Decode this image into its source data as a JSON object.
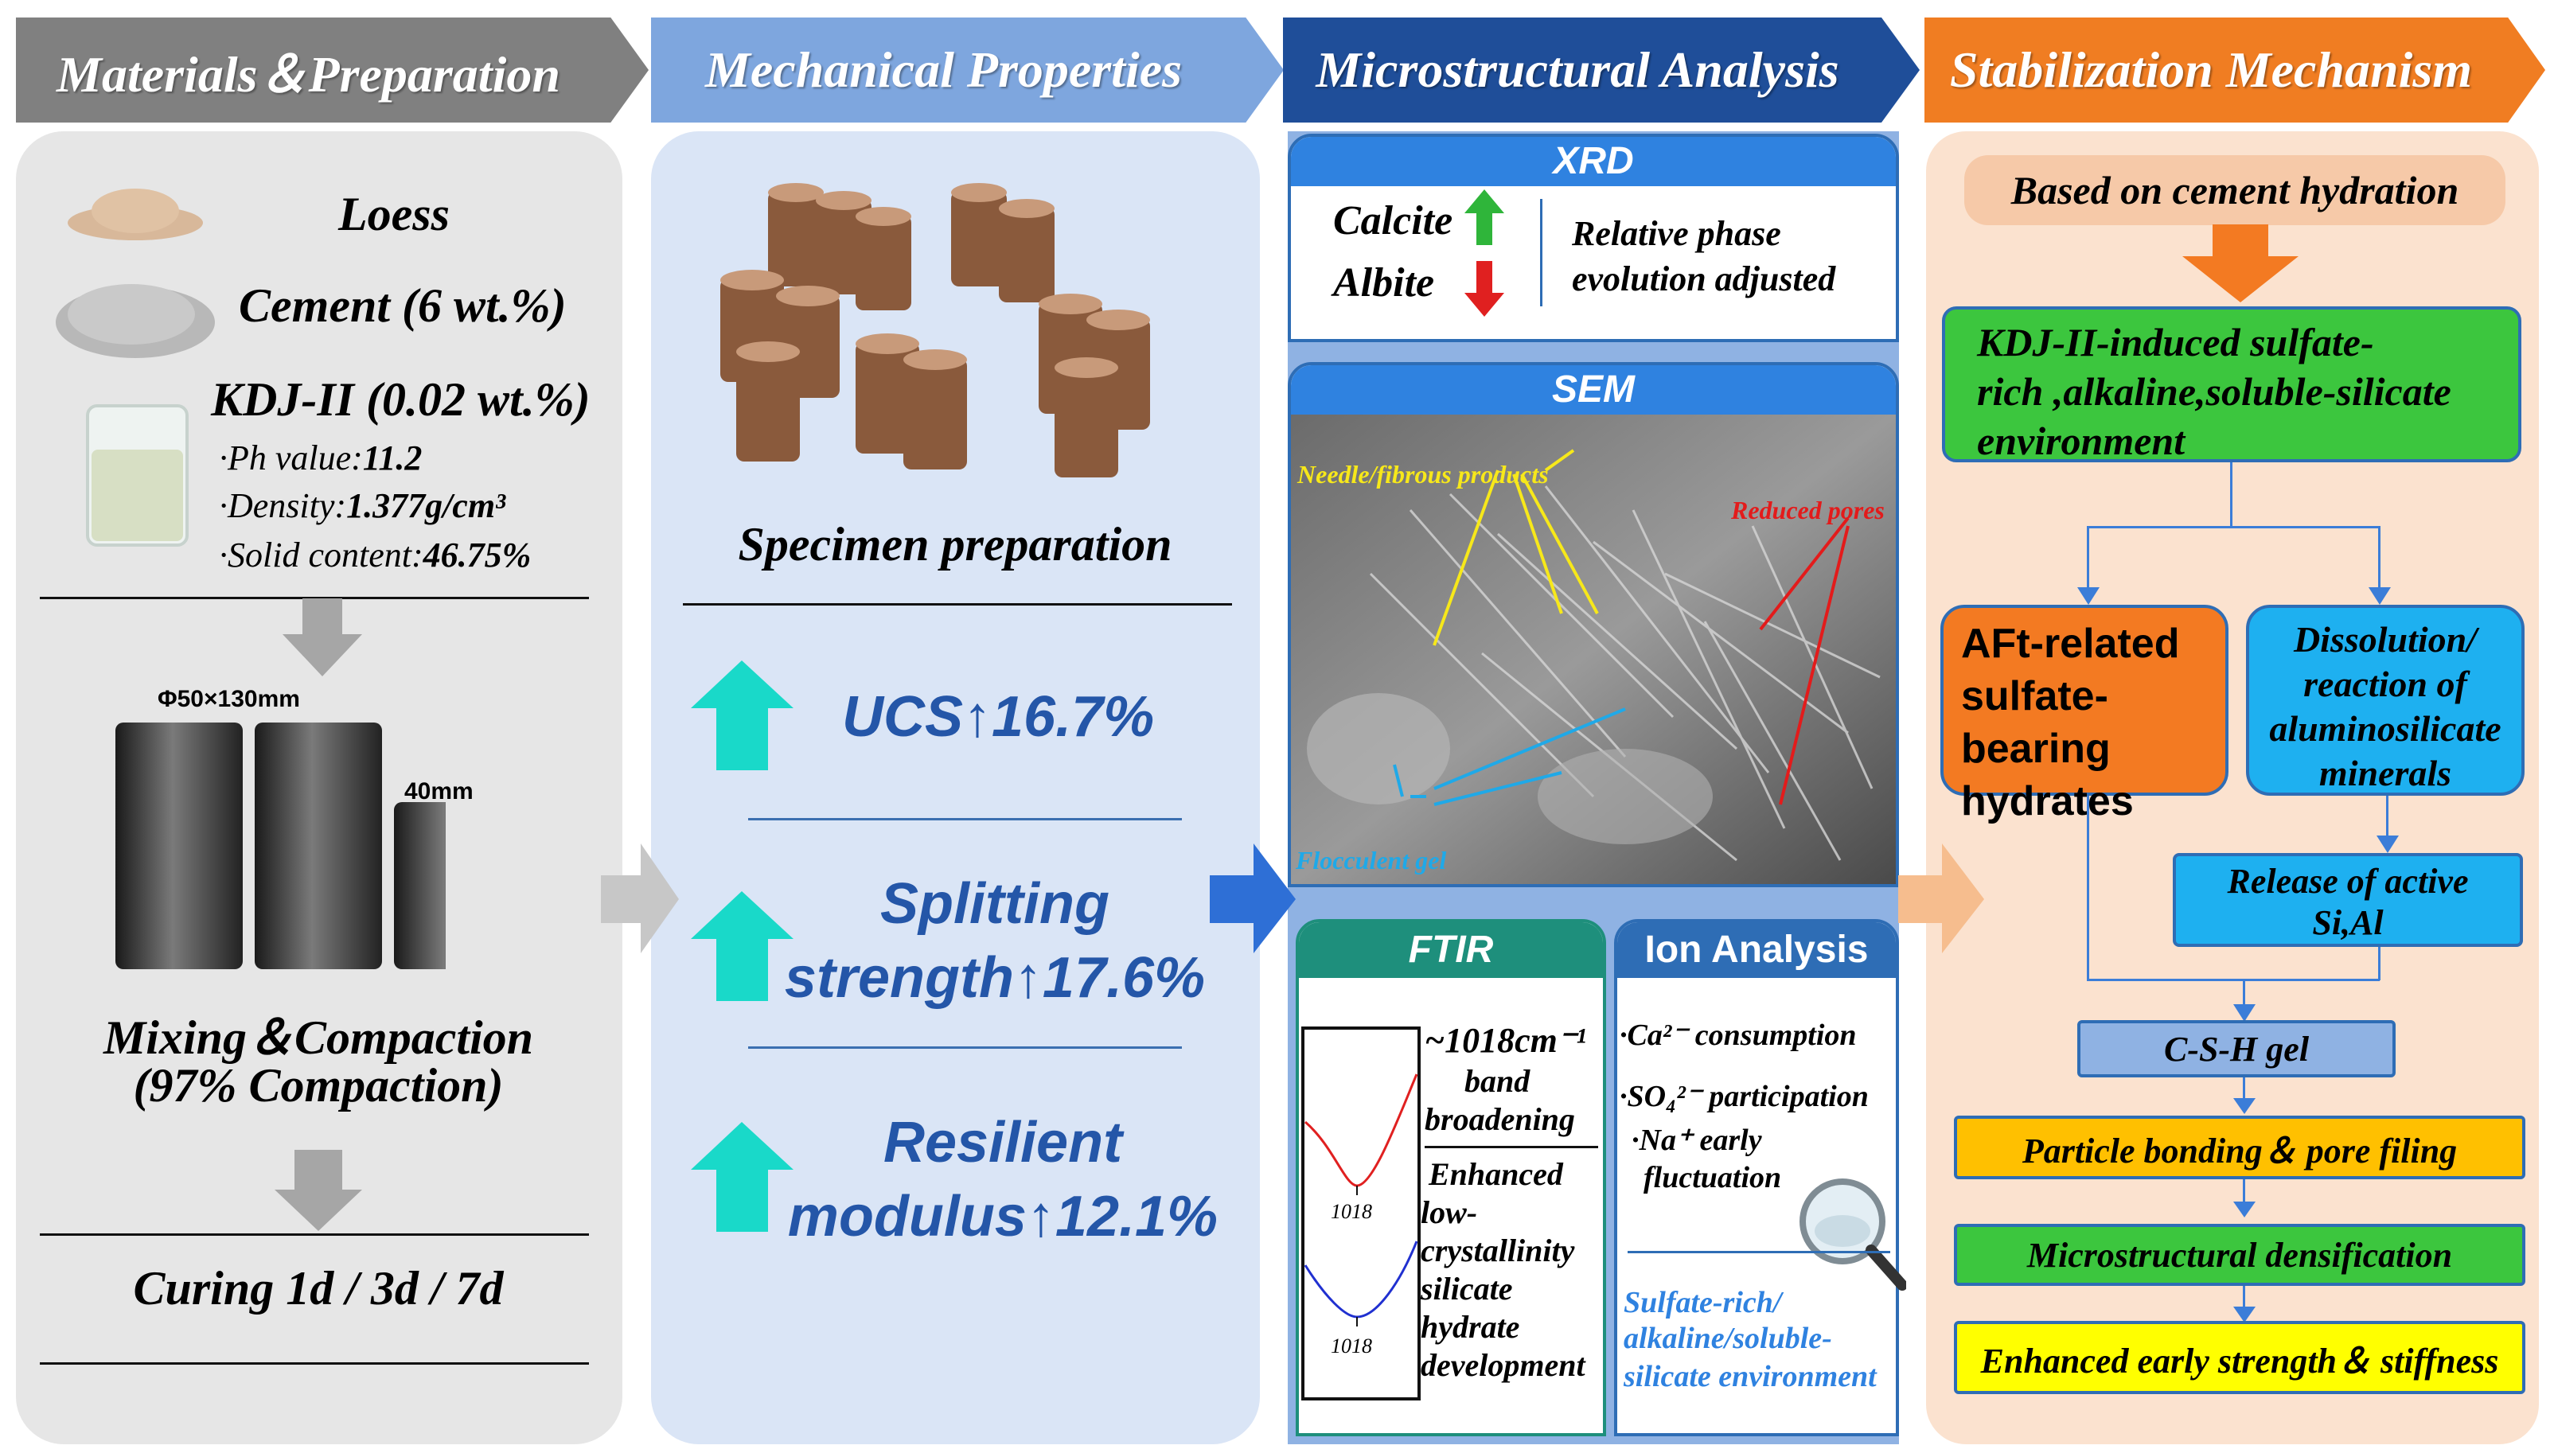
{
  "headers": {
    "materials": "Materials＆Preparation",
    "mechanical": "Mechanical Properties",
    "microstructural": "Microstructural Analysis",
    "stabilization": "Stabilization Mechanism"
  },
  "materials": {
    "loess": "Loess",
    "cement": "Cement (6 wt.%)",
    "kdj": "KDJ-II (0.02 wt.%)",
    "ph_label": "·Ph value:",
    "ph_value": "11.2",
    "density_label": "·Density:",
    "density_value": "1.377g/cm³",
    "solid_label": "·Solid content:",
    "solid_value": "46.75%",
    "mold_dim": "Φ50×130mm",
    "height_dim": "40mm",
    "mixing_line1": "Mixing＆Compaction",
    "mixing_line2": "(97% Compaction)",
    "curing": "Curing 1d / 3d / 7d"
  },
  "mechanical": {
    "specimen": "Specimen preparation",
    "ucs": "UCS↑16.7%",
    "splitting_line1": "Splitting",
    "splitting_line2": "strength↑17.6%",
    "resilient_line1": "Resilient",
    "resilient_line2": "modulus↑12.1%"
  },
  "micro": {
    "xrd_title": "XRD",
    "calcite": "Calcite",
    "albite": "Albite",
    "xrd_note_line1": "Relative phase",
    "xrd_note_line2": "evolution adjusted",
    "sem_title": "SEM",
    "needle": "Needle/fibrous products",
    "reduced": "Reduced pores",
    "flocculent": "Flocculent gel",
    "ftir_title": "FTIR",
    "ftir_band": "~1018cm⁻¹",
    "ftir_band2": "band",
    "ftir_band3": "broadening",
    "ftir_tick": "1018",
    "ftir_enh": [
      "Enhanced",
      "low-",
      "crystallinity",
      "silicate",
      "hydrate",
      "development"
    ],
    "ion_title": "Ion Analysis",
    "ion_ca": "·Ca²⁻ consumption",
    "ion_so4": "·SO₄²⁻ participation",
    "ion_na1": "·Na⁺ early",
    "ion_na2": "fluctuation",
    "ion_env": [
      "Sulfate-rich/",
      "alkaline/soluble-",
      "silicate environment"
    ]
  },
  "stab": {
    "based": "Based on cement hydration",
    "kdj_env": [
      "KDJ-II-induced sulfate-",
      "rich ,alkaline,soluble-silicate",
      "environment"
    ],
    "aft": [
      "AFt-related",
      "sulfate-bearing",
      "hydrates"
    ],
    "dissolution": [
      "Dissolution/",
      "reaction of",
      "aluminosilicate",
      "minerals"
    ],
    "release": [
      "Release of active",
      "Si,Al"
    ],
    "csh": "C-S-H gel",
    "particle": "Particle bonding＆ pore filing",
    "densification": "Microstructural densification",
    "enhanced": "Enhanced early strength＆ stiffness"
  },
  "colors": {
    "materials_header": "#808080",
    "mechanical_header": "#7ea6de",
    "micro_header": "#1f4e99",
    "stab_header": "#f07d22",
    "teal_arrow": "#19d9c9",
    "blue_text": "#2456a8"
  }
}
